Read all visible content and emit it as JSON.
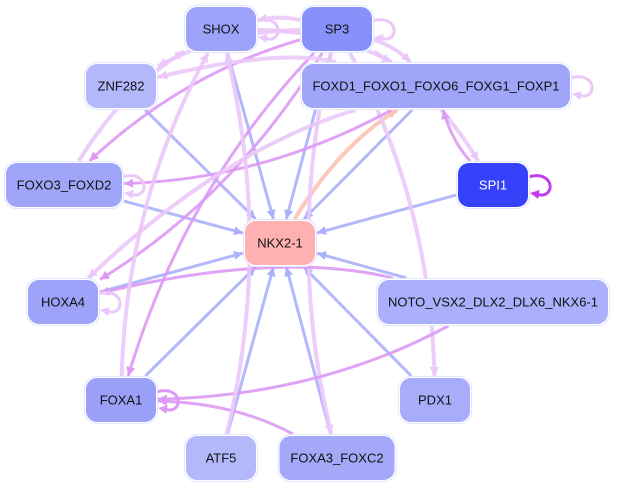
{
  "colors": {
    "edge_blue": "#aab0fa",
    "edge_purple": "#dd99f5",
    "edge_light_purple": "#ebc8fa",
    "edge_orange": "#fdc3b3",
    "edge_strong_purple": "#c23cf2"
  },
  "nodes": [
    {
      "id": "SHOX",
      "label": "SHOX",
      "color": "#9da3f8",
      "text": "#111"
    },
    {
      "id": "SP3",
      "label": "SP3",
      "color": "#8890fa",
      "text": "#111"
    },
    {
      "id": "ZNF282",
      "label": "ZNF282",
      "color": "#b3b8fb",
      "text": "#111"
    },
    {
      "id": "FOXD1",
      "label": "FOXD1_FOXO1_FOXO6_FOXG1_FOXP1",
      "color": "#9fa6f9",
      "text": "#111"
    },
    {
      "id": "FOXO3",
      "label": "FOXO3_FOXD2",
      "color": "#9fa6f9",
      "text": "#111"
    },
    {
      "id": "SPI1",
      "label": "SPI1",
      "color": "#3641fa",
      "text": "#ffffff"
    },
    {
      "id": "NKX2-1",
      "label": "NKX2-1",
      "color": "#ffb1b1",
      "text": "#111"
    },
    {
      "id": "HOXA4",
      "label": "HOXA4",
      "color": "#9ca3f8",
      "text": "#111"
    },
    {
      "id": "NOTO",
      "label": "NOTO_VSX2_DLX2_DLX6_NKX6-1",
      "color": "#aab0fb",
      "text": "#111"
    },
    {
      "id": "FOXA1",
      "label": "FOXA1",
      "color": "#9aa0f8",
      "text": "#111"
    },
    {
      "id": "PDX1",
      "label": "PDX1",
      "color": "#a8adf9",
      "text": "#111"
    },
    {
      "id": "ATF5",
      "label": "ATF5",
      "color": "#b3b8fb",
      "text": "#111"
    },
    {
      "id": "FOXA3",
      "label": "FOXA3_FOXC2",
      "color": "#a3a9f8",
      "text": "#111"
    }
  ],
  "edges": [
    {
      "source": "SHOX",
      "target": "NKX2-1",
      "color": "edge_blue"
    },
    {
      "source": "SP3",
      "target": "NKX2-1",
      "color": "edge_blue"
    },
    {
      "source": "ZNF282",
      "target": "NKX2-1",
      "color": "edge_blue"
    },
    {
      "source": "FOXD1",
      "target": "NKX2-1",
      "color": "edge_blue"
    },
    {
      "source": "FOXO3",
      "target": "NKX2-1",
      "color": "edge_blue"
    },
    {
      "source": "SPI1",
      "target": "NKX2-1",
      "color": "edge_blue"
    },
    {
      "source": "HOXA4",
      "target": "NKX2-1",
      "color": "edge_blue"
    },
    {
      "source": "NOTO",
      "target": "NKX2-1",
      "color": "edge_blue"
    },
    {
      "source": "FOXA1",
      "target": "NKX2-1",
      "color": "edge_blue"
    },
    {
      "source": "PDX1",
      "target": "NKX2-1",
      "color": "edge_blue"
    },
    {
      "source": "ATF5",
      "target": "NKX2-1",
      "color": "edge_blue"
    },
    {
      "source": "FOXA3",
      "target": "NKX2-1",
      "color": "edge_blue"
    },
    {
      "source": "NKX2-1",
      "target": "FOXD1",
      "color": "edge_orange"
    },
    {
      "source": "SP3",
      "target": "SHOX",
      "color": "edge_light_purple"
    },
    {
      "source": "SHOX",
      "target": "FOXD1",
      "color": "edge_light_purple"
    },
    {
      "source": "SP3",
      "target": "ZNF282",
      "color": "edge_light_purple"
    },
    {
      "source": "SP3",
      "target": "FOXD1",
      "color": "edge_light_purple"
    },
    {
      "source": "SP3",
      "target": "FOXO3",
      "color": "edge_purple"
    },
    {
      "source": "SP3",
      "target": "HOXA4",
      "color": "edge_purple"
    },
    {
      "source": "SP3",
      "target": "FOXA1",
      "color": "edge_purple"
    },
    {
      "source": "SP3",
      "target": "SPI1",
      "color": "edge_light_purple"
    },
    {
      "source": "SP3",
      "target": "FOXA3",
      "color": "edge_light_purple"
    },
    {
      "source": "SP3",
      "target": "PDX1",
      "color": "edge_light_purple"
    },
    {
      "source": "FOXD1",
      "target": "ZNF282",
      "color": "edge_light_purple"
    },
    {
      "source": "FOXD1",
      "target": "FOXO3",
      "color": "edge_purple"
    },
    {
      "source": "FOXD1",
      "target": "HOXA4",
      "color": "edge_light_purple"
    },
    {
      "source": "SPI1",
      "target": "FOXD1",
      "color": "edge_purple"
    },
    {
      "source": "NOTO",
      "target": "HOXA4",
      "color": "edge_purple"
    },
    {
      "source": "NOTO",
      "target": "FOXA1",
      "color": "edge_purple"
    },
    {
      "source": "FOXA3",
      "target": "FOXA1",
      "color": "edge_purple"
    },
    {
      "source": "FOXA1",
      "target": "SHOX",
      "color": "edge_light_purple"
    },
    {
      "source": "ATF5",
      "target": "SHOX",
      "color": "edge_light_purple"
    },
    {
      "source": "FOXO3",
      "target": "SHOX",
      "color": "edge_light_purple"
    },
    {
      "source": "SHOX",
      "target": "SHOX",
      "color": "edge_light_purple"
    },
    {
      "source": "SP3",
      "target": "SP3",
      "color": "edge_light_purple"
    },
    {
      "source": "FOXD1",
      "target": "FOXD1",
      "color": "edge_light_purple"
    },
    {
      "source": "FOXO3",
      "target": "FOXO3",
      "color": "edge_light_purple"
    },
    {
      "source": "SPI1",
      "target": "SPI1",
      "color": "edge_strong_purple"
    },
    {
      "source": "HOXA4",
      "target": "HOXA4",
      "color": "edge_light_purple"
    },
    {
      "source": "FOXA1",
      "target": "FOXA1",
      "color": "edge_purple"
    }
  ]
}
